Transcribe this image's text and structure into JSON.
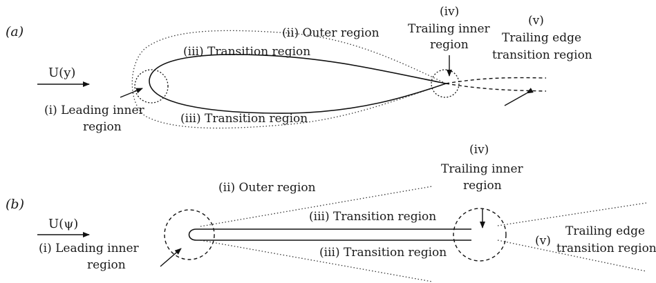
{
  "panel_a": {
    "tag": "(a)",
    "flow_symbol": "U(y)",
    "leading_inner": [
      "(i) Leading inner",
      "region"
    ],
    "outer": "(ii) Outer region",
    "transition_upper": "(iii) Transition region",
    "transition_lower": "(iii) Transition region",
    "trailing_inner": [
      "(iv)",
      "Trailing inner",
      "region"
    ],
    "trailing_edge": [
      "(v)",
      "Trailing edge",
      "transition region"
    ]
  },
  "panel_b": {
    "tag": "(b)",
    "flow_symbol": "U(ψ)",
    "leading_inner": [
      "(i)  Leading inner",
      "region"
    ],
    "outer": "(ii) Outer region",
    "transition_upper": "(iii)  Transition region",
    "transition_lower": "(iii)  Transition region",
    "trailing_inner": [
      "(iv)",
      "Trailing inner",
      "region"
    ],
    "trailing_edge_tag": "(v)",
    "trailing_edge": [
      "Trailing edge",
      "transition region"
    ]
  }
}
